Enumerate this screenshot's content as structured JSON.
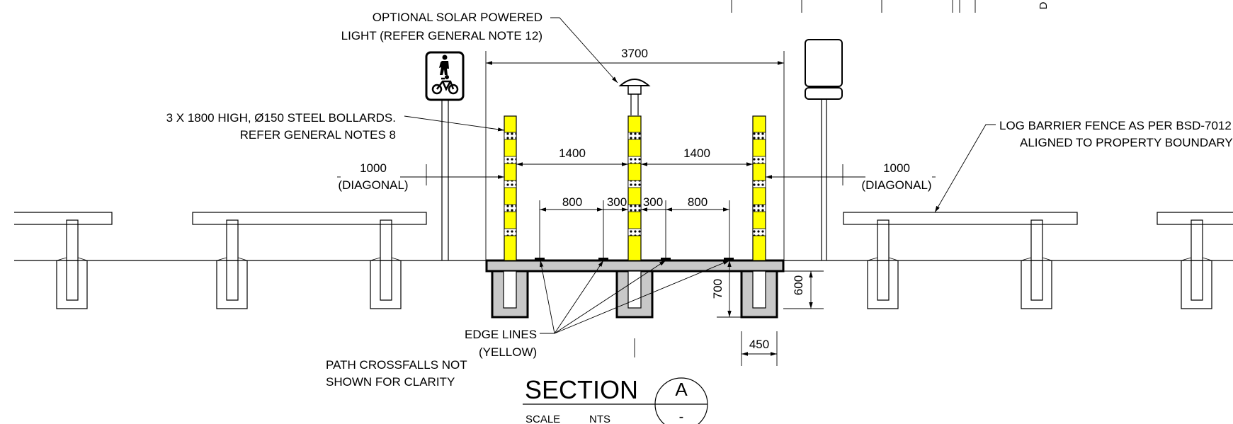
{
  "colors": {
    "bollard_yellow": "#ffff00",
    "concrete_grey": "#c8c8c8",
    "line": "#000000",
    "background": "#ffffff"
  },
  "labels": {
    "solar_light_line1": "OPTIONAL SOLAR POWERED",
    "solar_light_line2": "LIGHT (REFER GENERAL NOTE 12)",
    "bollards_line1": "3 X 1800 HIGH, Ø150 STEEL BOLLARDS.",
    "bollards_line2": "REFER GENERAL NOTES 8",
    "fence_line1": "LOG BARRIER FENCE AS PER BSD-7012",
    "fence_line2": "ALIGNED TO PROPERTY BOUNDARY",
    "edge_lines_line1": "EDGE LINES",
    "edge_lines_line2": "(YELLOW)",
    "crossfalls_line1": "PATH CROSSFALLS NOT",
    "crossfalls_line2": "SHOWN FOR CLARITY",
    "diagonal_left_value": "1000",
    "diagonal_left_note": "(DIAGONAL)",
    "diagonal_right_value": "1000",
    "diagonal_right_note": "(DIAGONAL)",
    "top_edge_letter": "D"
  },
  "dimensions": {
    "overall": "3700",
    "spacing_left": "1400",
    "spacing_right": "1400",
    "edge_left": "800",
    "offset_left": "300",
    "offset_right": "300",
    "edge_right": "800",
    "footing_depth": "700",
    "slab_depth": "600",
    "footing_width": "450"
  },
  "title_block": {
    "title": "SECTION",
    "section_letter": "A",
    "section_sheet": "-",
    "scale_label": "SCALE",
    "scale_value": "NTS"
  },
  "icons": {
    "sign_left": "pedestrian-cyclist-sign-icon",
    "sign_right": "blank-sign-icon",
    "light": "solar-light-icon"
  }
}
